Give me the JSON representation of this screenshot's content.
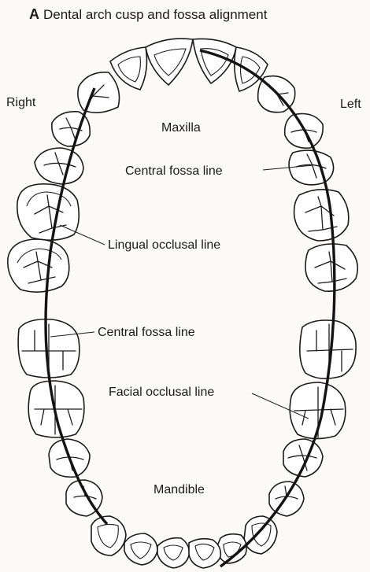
{
  "figure": {
    "letter": "A",
    "title": "Dental arch cusp and fossa alignment"
  },
  "labels": {
    "right": "Right",
    "left": "Left",
    "maxilla": "Maxilla",
    "central_fossa_line_upper": "Central fossa line",
    "lingual_occlusal_line": "Lingual occlusal line",
    "central_fossa_line_lower": "Central fossa line",
    "facial_occlusal_line": "Facial occlusal line",
    "mandible": "Mandible"
  }
}
